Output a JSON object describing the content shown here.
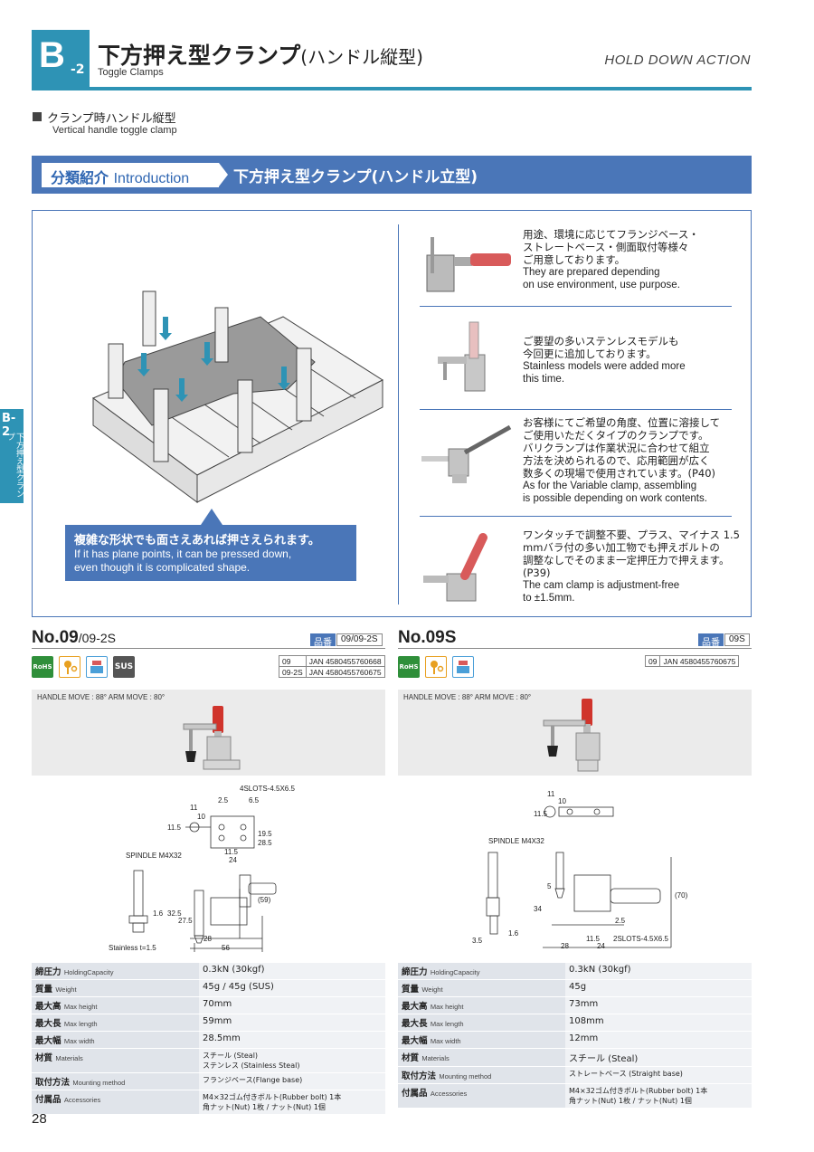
{
  "header": {
    "badge_letter": "B",
    "badge_sub": "-2",
    "title_jp": "下方押え型クランプ",
    "title_paren": "(ハンドル縦型)",
    "subtitle": "Toggle Clamps",
    "right_title": "HOLD DOWN ACTION",
    "accent_color": "#2e93b5"
  },
  "section": {
    "label_jp": "クランプ時ハンドル縦型",
    "label_en": "Vertical handle toggle clamp"
  },
  "banner": {
    "tag_jp": "分類紹介",
    "tag_en": "Introduction",
    "text": "下方押え型クランプ(ハンドル立型)",
    "color": "#4a76b8"
  },
  "intro": {
    "callout_jp": "複雑な形状でも面さえあれば押さえられます。",
    "callout_en1": "If it has plane points, it can be pressed down,",
    "callout_en2": "even though it is complicated shape.",
    "features": [
      {
        "jp": [
          "用途、環境に応じてフランジベース・",
          "ストレートベース・側面取付等様々",
          "ご用意しております。"
        ],
        "en": [
          "They are prepared depending",
          "on use environment, use purpose."
        ]
      },
      {
        "jp": [
          "ご要望の多いステンレスモデルも",
          "今回更に追加しております。"
        ],
        "en": [
          "Stainless models were added more",
          "this time."
        ]
      },
      {
        "jp": [
          "お客様にてご希望の角度、位置に溶接して",
          "ご使用いただくタイプのクランプです。",
          "バリクランプは作業状況に合わせて組立",
          "方法を決められるので、応用範囲が広く",
          "数多くの現場で使用されています。(P40)"
        ],
        "en": [
          "As for the Variable clamp, assembling",
          "is possible depending on work contents."
        ]
      },
      {
        "jp": [
          "ワンタッチで調整不要、プラス、マイナス 1.5",
          "mmバラ付の多い加工物でも押えボルトの",
          "調整なしでそのまま一定押圧力で押えます。",
          "(P39)"
        ],
        "en": [
          "The cam clamp is adjustment-free",
          "to ±1.5mm."
        ]
      }
    ]
  },
  "sidetab": {
    "label": "B-2",
    "vertical": "下方押え型クランプ"
  },
  "products": [
    {
      "name": "No.09",
      "name_sub": "/09-2S",
      "hinban_label": "品番",
      "hinban": "09/09-2S",
      "badges": [
        "RoHS",
        "",
        "",
        "SUS"
      ],
      "jan": [
        [
          "09",
          "JAN 4580455760668"
        ],
        [
          "09-2S",
          "JAN 4580455760675"
        ]
      ],
      "photo_caption": "HANDLE MOVE : 88° ARM MOVE : 80°",
      "drawing": {
        "slots": "4SLOTS-4.5X6.5",
        "d_2_5": "2.5",
        "d_6_5": "6.5",
        "d_11": "11",
        "d_10": "10",
        "d_11_5": "11.5",
        "d_19_5": "19.5",
        "d_28_5": "28.5",
        "d_11_5b": "11.5",
        "d_24": "24",
        "spindle": "SPINDLE M4X32",
        "d_59": "(59)",
        "d_32_5": "32.5",
        "d_27_5": "27.5",
        "d_1_6": "1.6",
        "d_28": "28",
        "d_56": "56",
        "stainless": "Stainless t=1.5"
      },
      "specs": [
        {
          "k": "締圧力",
          "k_en": "HoldingCapacity",
          "v": [
            "0.3kN (30kgf)"
          ]
        },
        {
          "k": "質量",
          "k_en": "Weight",
          "v": [
            "45g / 45g (SUS)"
          ]
        },
        {
          "k": "最大高",
          "k_en": "Max height",
          "v": [
            "70mm"
          ]
        },
        {
          "k": "最大長",
          "k_en": "Max length",
          "v": [
            "59mm"
          ]
        },
        {
          "k": "最大幅",
          "k_en": "Max width",
          "v": [
            "28.5mm"
          ]
        },
        {
          "k": "材質",
          "k_en": "Materials",
          "v": [
            "スチール (Steal)",
            "ステンレス (Stainless Steal)"
          ]
        },
        {
          "k": "取付方法",
          "k_en": "Mounting method",
          "v": [
            "フランジベース(Flange base)"
          ]
        },
        {
          "k": "付属品",
          "k_en": "Accessories",
          "v": [
            "M4×32ゴム付きボルト(Rubber bolt) 1本",
            "角ナット(Nut) 1枚 / ナット(Nut) 1個"
          ]
        }
      ]
    },
    {
      "name": "No.09S",
      "name_sub": "",
      "hinban_label": "品番",
      "hinban": "09S",
      "badges": [
        "RoHS",
        "",
        ""
      ],
      "jan": [
        [
          "09",
          "JAN 4580455760675"
        ]
      ],
      "photo_caption": "HANDLE MOVE : 88° ARM MOVE : 80°",
      "drawing": {
        "d_11": "11",
        "d_10": "10",
        "d_11_5": "11.5",
        "spindle": "SPINDLE M4X32",
        "d_5": "5",
        "d_34": "34",
        "d_70": "(70)",
        "d_2_5": "2.5",
        "d_3_5": "3.5",
        "d_1_6": "1.6",
        "d_28": "28",
        "d_11_5b": "11.5",
        "d_24": "24",
        "slots": "2SLOTS-4.5X6.5"
      },
      "specs": [
        {
          "k": "締圧力",
          "k_en": "HoldingCapacity",
          "v": [
            "0.3kN (30kgf)"
          ]
        },
        {
          "k": "質量",
          "k_en": "Weight",
          "v": [
            "45g"
          ]
        },
        {
          "k": "最大高",
          "k_en": "Max height",
          "v": [
            "73mm"
          ]
        },
        {
          "k": "最大長",
          "k_en": "Max length",
          "v": [
            "108mm"
          ]
        },
        {
          "k": "最大幅",
          "k_en": "Max width",
          "v": [
            "12mm"
          ]
        },
        {
          "k": "材質",
          "k_en": "Materials",
          "v": [
            "スチール (Steal)"
          ]
        },
        {
          "k": "取付方法",
          "k_en": "Mounting method",
          "v": [
            "ストレートベース (Straight base)"
          ]
        },
        {
          "k": "付属品",
          "k_en": "Accessories",
          "v": [
            "M4×32ゴム付きボルト(Rubber bolt) 1本",
            "角ナット(Nut) 1枚 / ナット(Nut) 1個"
          ]
        }
      ]
    }
  ],
  "page_number": "28"
}
